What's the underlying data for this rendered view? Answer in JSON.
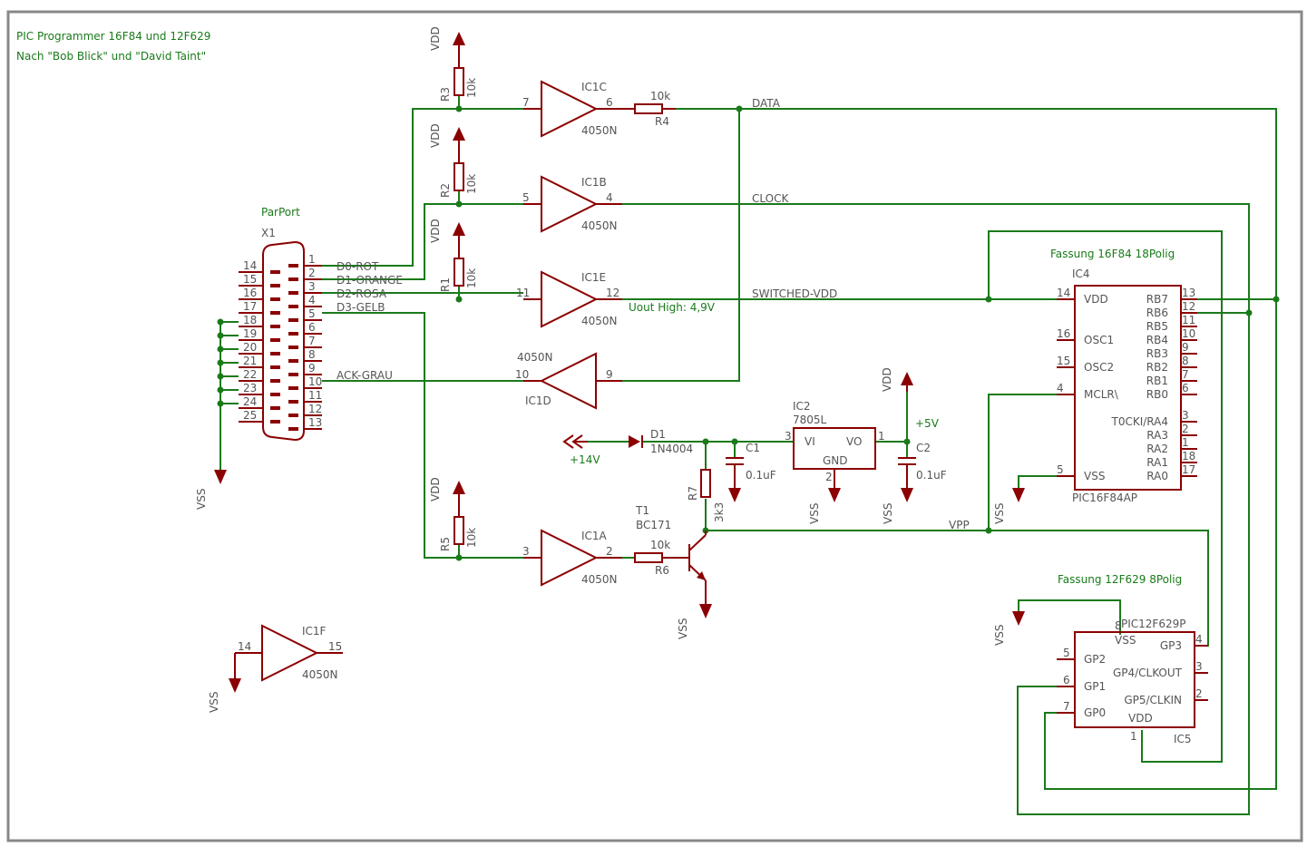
{
  "title": {
    "line1": "PIC Programmer 16F84 und 12F629",
    "line2": "Nach \"Bob Blick\" und \"David Taint\""
  },
  "colors": {
    "wire": "#1a7a1a",
    "part": "#8b0000",
    "text": "#555555",
    "frame": "#888888"
  },
  "parport": {
    "label": "ParPort",
    "ref": "X1",
    "pins_left": [
      "14",
      "15",
      "16",
      "17",
      "18",
      "19",
      "20",
      "21",
      "22",
      "23",
      "24",
      "25"
    ],
    "pins_right": [
      "1",
      "2",
      "3",
      "4",
      "5",
      "6",
      "7",
      "8",
      "9",
      "10",
      "11",
      "12",
      "13"
    ]
  },
  "nets": {
    "d0": "D0-ROT",
    "d1": "D1-ORANGE",
    "d2": "D2-ROSA",
    "d3": "D3-GELB",
    "ack": "ACK-GRAU",
    "data": "DATA",
    "clock": "CLOCK",
    "switched_vdd": "SWITCHED-VDD",
    "vpp": "VPP",
    "plus14": "+14V",
    "plus5": "+5V",
    "vdd": "VDD",
    "vss": "VSS",
    "uout": "Uout High: 4,9V"
  },
  "buffers": {
    "ic1c": {
      "name": "IC1C",
      "value": "4050N",
      "pin_in": "7",
      "pin_out": "6"
    },
    "ic1b": {
      "name": "IC1B",
      "value": "4050N",
      "pin_in": "5",
      "pin_out": "4"
    },
    "ic1e": {
      "name": "IC1E",
      "value": "4050N",
      "pin_in": "11",
      "pin_out": "12"
    },
    "ic1d": {
      "name": "IC1D",
      "value": "4050N",
      "pin_in": "9",
      "pin_out": "10"
    },
    "ic1a": {
      "name": "IC1A",
      "value": "4050N",
      "pin_in": "3",
      "pin_out": "2"
    },
    "ic1f": {
      "name": "IC1F",
      "value": "4050N",
      "pin_in": "14",
      "pin_out": "15"
    }
  },
  "resistors": {
    "r1": {
      "name": "R1",
      "value": "10k"
    },
    "r2": {
      "name": "R2",
      "value": "10k"
    },
    "r3": {
      "name": "R3",
      "value": "10k"
    },
    "r4": {
      "name": "R4",
      "value": "10k"
    },
    "r5": {
      "name": "R5",
      "value": "10k"
    },
    "r6": {
      "name": "R6",
      "value": "10k"
    },
    "r7": {
      "name": "R7",
      "value": "3k3"
    }
  },
  "diode": {
    "name": "D1",
    "value": "1N4004"
  },
  "transistor": {
    "name": "T1",
    "value": "BC171"
  },
  "regulator": {
    "name": "IC2",
    "value": "7805L",
    "pin_vi": "VI",
    "pin_vo": "VO",
    "pin_gnd": "GND",
    "pin3": "3",
    "pin1": "1",
    "pin2": "2"
  },
  "caps": {
    "c1": {
      "name": "C1",
      "value": "0.1uF"
    },
    "c2": {
      "name": "C2",
      "value": "0.1uF"
    }
  },
  "ic4": {
    "socket": "Fassung 16F84 18Polig",
    "ref": "IC4",
    "value": "PIC16F84AP",
    "left_pins": [
      {
        "num": "14",
        "name": "VDD"
      },
      {
        "num": "16",
        "name": "OSC1"
      },
      {
        "num": "15",
        "name": "OSC2"
      },
      {
        "num": "4",
        "name": "MCLR\\"
      },
      {
        "num": "5",
        "name": "VSS"
      }
    ],
    "right_pins": [
      {
        "num": "13",
        "name": "RB7"
      },
      {
        "num": "12",
        "name": "RB6"
      },
      {
        "num": "11",
        "name": "RB5"
      },
      {
        "num": "10",
        "name": "RB4"
      },
      {
        "num": "9",
        "name": "RB3"
      },
      {
        "num": "8",
        "name": "RB2"
      },
      {
        "num": "7",
        "name": "RB1"
      },
      {
        "num": "6",
        "name": "RB0"
      },
      {
        "num": "3",
        "name": "T0CKI/RA4"
      },
      {
        "num": "2",
        "name": "RA3"
      },
      {
        "num": "1",
        "name": "RA2"
      },
      {
        "num": "18",
        "name": "RA1"
      },
      {
        "num": "17",
        "name": "RA0"
      }
    ]
  },
  "ic5": {
    "socket": "Fassung 12F629 8Polig",
    "ref": "IC5",
    "value": "PIC12F629P",
    "left_pins": [
      {
        "num": "5",
        "name": "GP2"
      },
      {
        "num": "6",
        "name": "GP1"
      },
      {
        "num": "7",
        "name": "GP0"
      }
    ],
    "right_pins": [
      {
        "num": "4",
        "name": "GP3"
      },
      {
        "num": "3",
        "name": "GP4/CLKOUT"
      },
      {
        "num": "2",
        "name": "GP5/CLKIN"
      }
    ],
    "top_pin": {
      "num": "8",
      "name": "VSS"
    },
    "bottom_pin": {
      "num": "1",
      "name": "VDD"
    }
  }
}
